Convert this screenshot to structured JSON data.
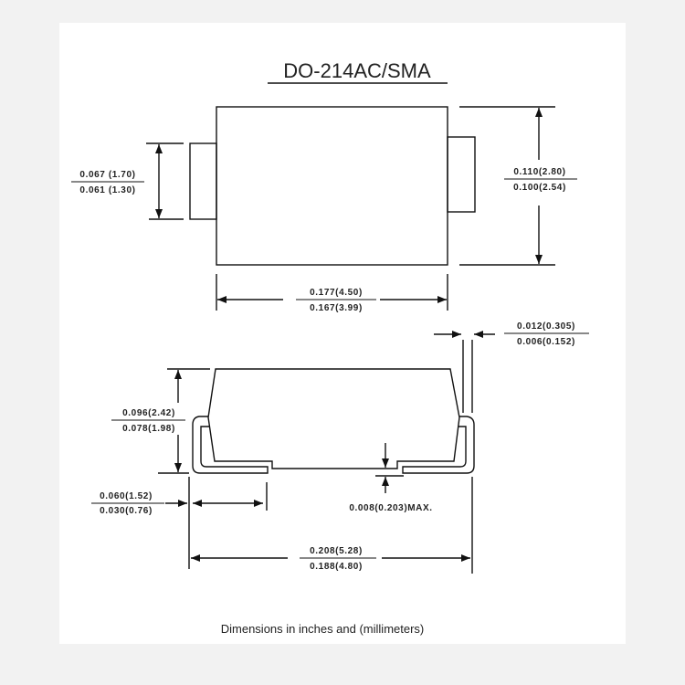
{
  "title": "DO-214AC/SMA",
  "footer": "Dimensions in inches and (millimeters)",
  "top_view": {
    "tab_height": {
      "max": "0.067 (1.70)",
      "min": "0.061 (1.30)"
    },
    "body_height": {
      "max": "0.110(2.80)",
      "min": "0.100(2.54)"
    },
    "body_length": {
      "max": "0.177(4.50)",
      "min": "0.167(3.99)"
    }
  },
  "side_view": {
    "lead_thickness": {
      "max": "0.012(0.305)",
      "min": "0.006(0.152)"
    },
    "height": {
      "max": "0.096(2.42)",
      "min": "0.078(1.98)"
    },
    "lead_length": {
      "max": "0.060(1.52)",
      "min": "0.030(0.76)"
    },
    "standoff": "0.008(0.203)MAX.",
    "overall_length": {
      "max": "0.208(5.28)",
      "min": "0.188(4.80)"
    }
  }
}
